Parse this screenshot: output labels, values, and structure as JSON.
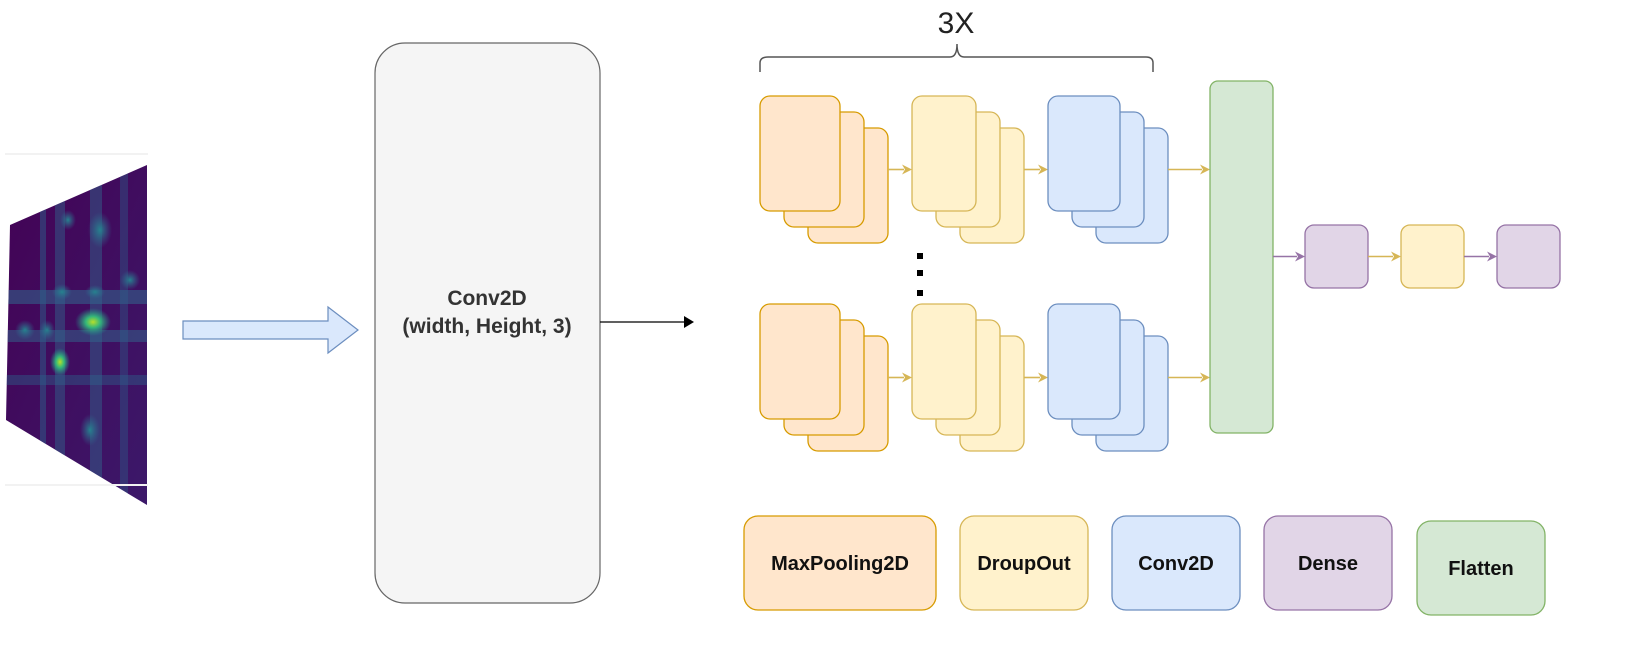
{
  "input_image": {
    "description": "heatmap",
    "colormap": [
      "#440154",
      "#3b528b",
      "#21918c",
      "#5ec962",
      "#fde725"
    ]
  },
  "input_arrow": {
    "fill": "#dae8fc",
    "stroke": "#6c8ebf"
  },
  "conv_input_block": {
    "line1": "Conv2D",
    "line2": "(width, Height, 3)",
    "fill": "#f5f5f5",
    "stroke": "#666666",
    "text_color": "#333333"
  },
  "repeat_label": "3X",
  "ellipsis": ":",
  "colors": {
    "maxpool": {
      "fill": "#ffe6cc",
      "stroke": "#d79b00"
    },
    "dropout": {
      "fill": "#fff2cc",
      "stroke": "#d6b656"
    },
    "conv2d": {
      "fill": "#dae8fc",
      "stroke": "#6c8ebf"
    },
    "dense": {
      "fill": "#e1d5e7",
      "stroke": "#9673a6"
    },
    "flatten": {
      "fill": "#d5e8d4",
      "stroke": "#82b366"
    }
  },
  "legend": [
    {
      "key": "maxpool",
      "label": "MaxPooling2D"
    },
    {
      "key": "dropout",
      "label": "DroupOut"
    },
    {
      "key": "conv2d",
      "label": "Conv2D"
    },
    {
      "key": "dense",
      "label": "Dense"
    },
    {
      "key": "flatten",
      "label": "Flatten"
    }
  ],
  "pipeline_rows": [
    {
      "name": "top",
      "stacks": [
        "maxpool",
        "dropout",
        "conv2d"
      ]
    },
    {
      "name": "bottom",
      "stacks": [
        "maxpool",
        "dropout",
        "conv2d"
      ]
    }
  ],
  "output_head": [
    "dense",
    "dropout",
    "dense"
  ]
}
